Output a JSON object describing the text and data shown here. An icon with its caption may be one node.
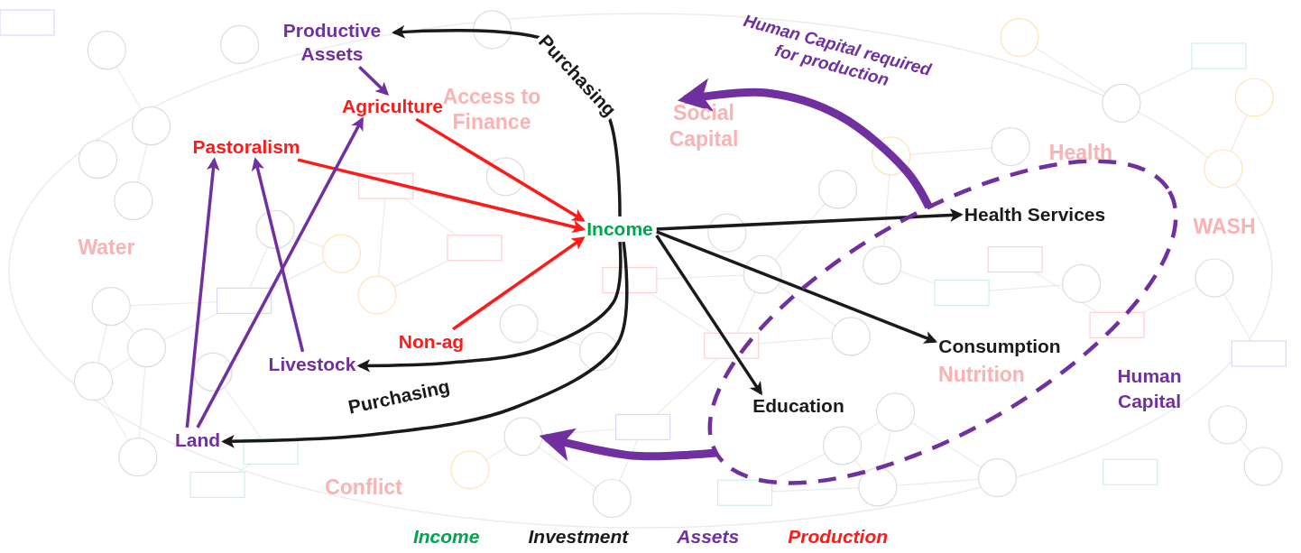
{
  "diagram": {
    "nodes": [
      {
        "text": [
          "Productive Assets"
        ]
      },
      {
        "text": [
          "Agriculture"
        ]
      },
      {
        "text": [
          "Pastoralism"
        ]
      },
      {
        "text": [
          "Income"
        ]
      },
      {
        "text": [
          "Non-ag"
        ]
      },
      {
        "text": [
          "Livestock"
        ]
      },
      {
        "text": [
          "Land"
        ]
      },
      {
        "text": [
          "Human Capital"
        ]
      },
      {
        "text": [
          "Health Services"
        ],
        "in": 7
      },
      {
        "text": [
          "Consumption"
        ],
        "in": 7
      },
      {
        "text": [
          "Education"
        ],
        "in": 7
      },
      {
        "text": [
          "Social Capital"
        ]
      }
    ],
    "edges": [
      {
        "from": 3,
        "to": 0,
        "arrow": "to",
        "label": "Purchasing"
      },
      {
        "from": 0,
        "to": 1,
        "arrow": "to",
        "color": "#7030a0"
      },
      {
        "from": 1,
        "to": 3,
        "arrow": "to",
        "color": "#ff1a1a"
      },
      {
        "from": 2,
        "to": 3,
        "arrow": "to",
        "color": "#ff1a1a"
      },
      {
        "from": 4,
        "to": 3,
        "arrow": "to",
        "color": "#ff1a1a"
      },
      {
        "from": 3,
        "to": 5,
        "arrow": "to"
      },
      {
        "from": 3,
        "to": 6,
        "arrow": "to",
        "label": "Purchasing"
      },
      {
        "from": 6,
        "to": 2,
        "arrow": "to",
        "color": "#7030a0"
      },
      {
        "from": 6,
        "to": 1,
        "arrow": "to",
        "color": "#7030a0"
      },
      {
        "from": 5,
        "to": 2,
        "arrow": "to",
        "color": "#7030a0"
      },
      {
        "from": 3,
        "to": 8,
        "arrow": "to"
      },
      {
        "from": 3,
        "to": 9,
        "arrow": "to"
      },
      {
        "from": 3,
        "to": 10,
        "arrow": "to"
      },
      {
        "from": 7,
        "to": 11,
        "arrow": "to",
        "style": "thick",
        "color": "#7030a0",
        "label": "Human Capital required for production"
      },
      {
        "from": 7,
        "to": null,
        "arrow": "to",
        "style": "thick",
        "color": "#7030a0"
      }
    ],
    "labels": [
      "Access to Finance",
      "Health",
      "WASH",
      "Water",
      "Nutrition",
      "Conflict"
    ],
    "legend": [
      {
        "text": "Income",
        "color": "#00a550"
      },
      {
        "text": "Investment",
        "color": "#1a1a1a"
      },
      {
        "text": "Assets",
        "color": "#7030a0"
      },
      {
        "text": "Production",
        "color": "#ff1a1a"
      }
    ]
  }
}
